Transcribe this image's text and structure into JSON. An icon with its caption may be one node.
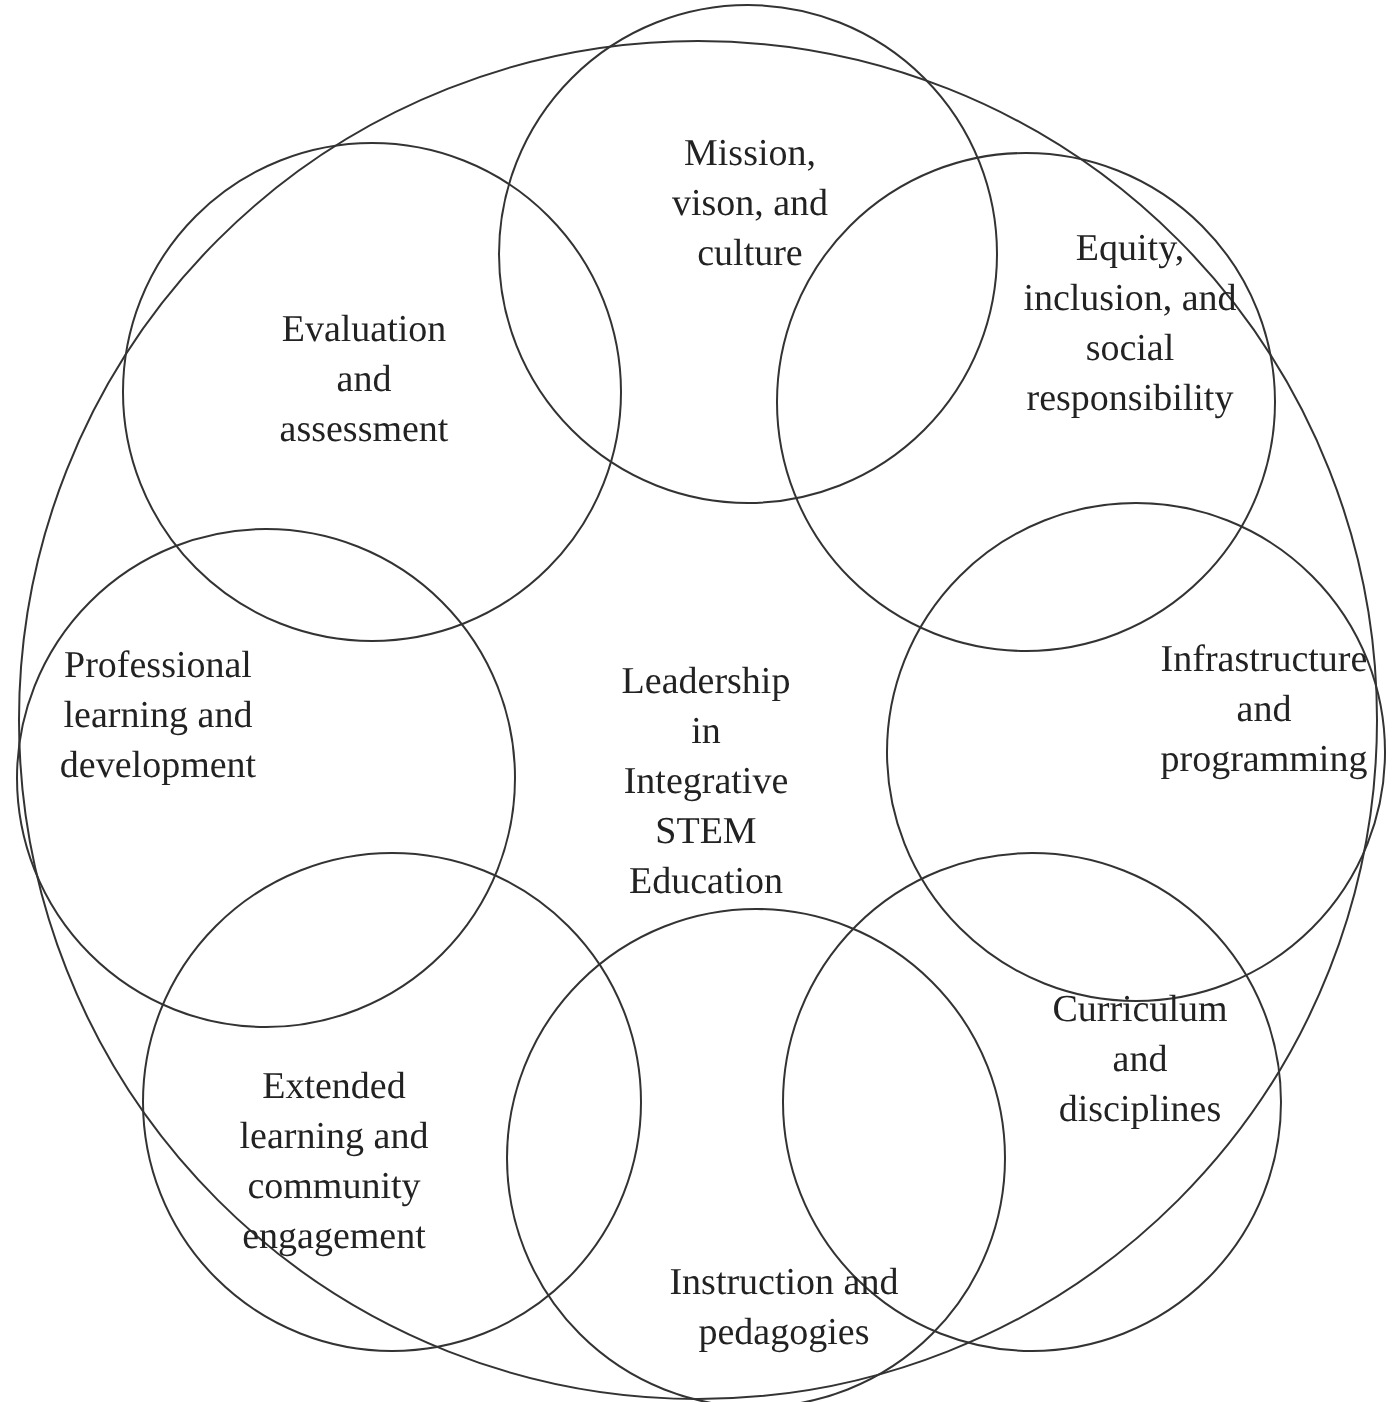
{
  "diagram": {
    "nodes": [
      {
        "text": [
          "Leadership in Integrative STEM Education"
        ]
      },
      {
        "text": [
          "Mission, vison, and culture"
        ],
        "in": 0
      },
      {
        "text": [
          "Equity, inclusion, and social responsibility"
        ],
        "in": 0
      },
      {
        "text": [
          "Infrastructure and programming"
        ],
        "in": 0
      },
      {
        "text": [
          "Curriculum and disciplines"
        ],
        "in": 0
      },
      {
        "text": [
          "Instruction and pedagogies"
        ],
        "in": 0
      },
      {
        "text": [
          "Extended learning and community engagement"
        ],
        "in": 0
      },
      {
        "text": [
          "Professional learning and development"
        ],
        "in": 0
      },
      {
        "text": [
          "Evaluation and assessment"
        ],
        "in": 0
      }
    ]
  }
}
